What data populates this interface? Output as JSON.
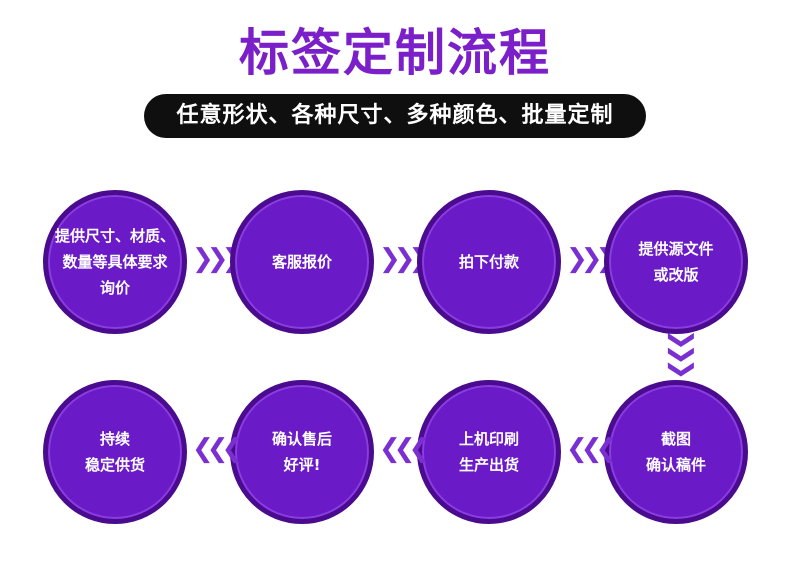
{
  "header": {
    "title": "标签定制流程",
    "subtitle": "任意形状、各种尺寸、多种颜色、批量定制"
  },
  "steps": [
    {
      "label": "提供尺寸、材质、\n数量等具体要求\n询价"
    },
    {
      "label": "客服报价"
    },
    {
      "label": "拍下付款"
    },
    {
      "label": "提供源文件\n或改版"
    },
    {
      "label": "截图\n确认稿件"
    },
    {
      "label": "上机印刷\n生产出货"
    },
    {
      "label": "确认售后\n好评!"
    },
    {
      "label": "持续\n稳定供货"
    }
  ],
  "arrows": {
    "right": "❯❯❯",
    "left": "❮❮❮",
    "down": "❯❯❯"
  },
  "colors": {
    "accent": "#7b1fc9",
    "circle_fill": "#6a1bc7",
    "circle_border": "#4a0b8f",
    "banner": "#0f0f0f"
  }
}
